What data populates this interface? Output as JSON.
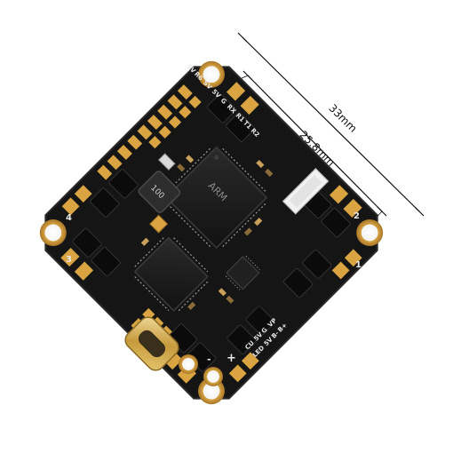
{
  "dimensions": {
    "outer_label": "33mm",
    "inner_label": "25.8mm"
  },
  "board": {
    "corner_numbers": [
      "1",
      "2",
      "3",
      "4"
    ],
    "top_pads": [
      "SV",
      "R6",
      "SV",
      "5V",
      "G",
      "RX",
      "R1",
      "T1",
      "R2"
    ],
    "bottom_pads": [
      "CU",
      "5V",
      "G",
      "VP",
      "LED",
      "5V",
      "B-",
      "B+"
    ],
    "inductor_code": "100",
    "mcu_brand": "ARM",
    "polarity_plus": "+",
    "polarity_minus": "-",
    "board_color": "#151515",
    "pad_color": "#d9a441"
  }
}
